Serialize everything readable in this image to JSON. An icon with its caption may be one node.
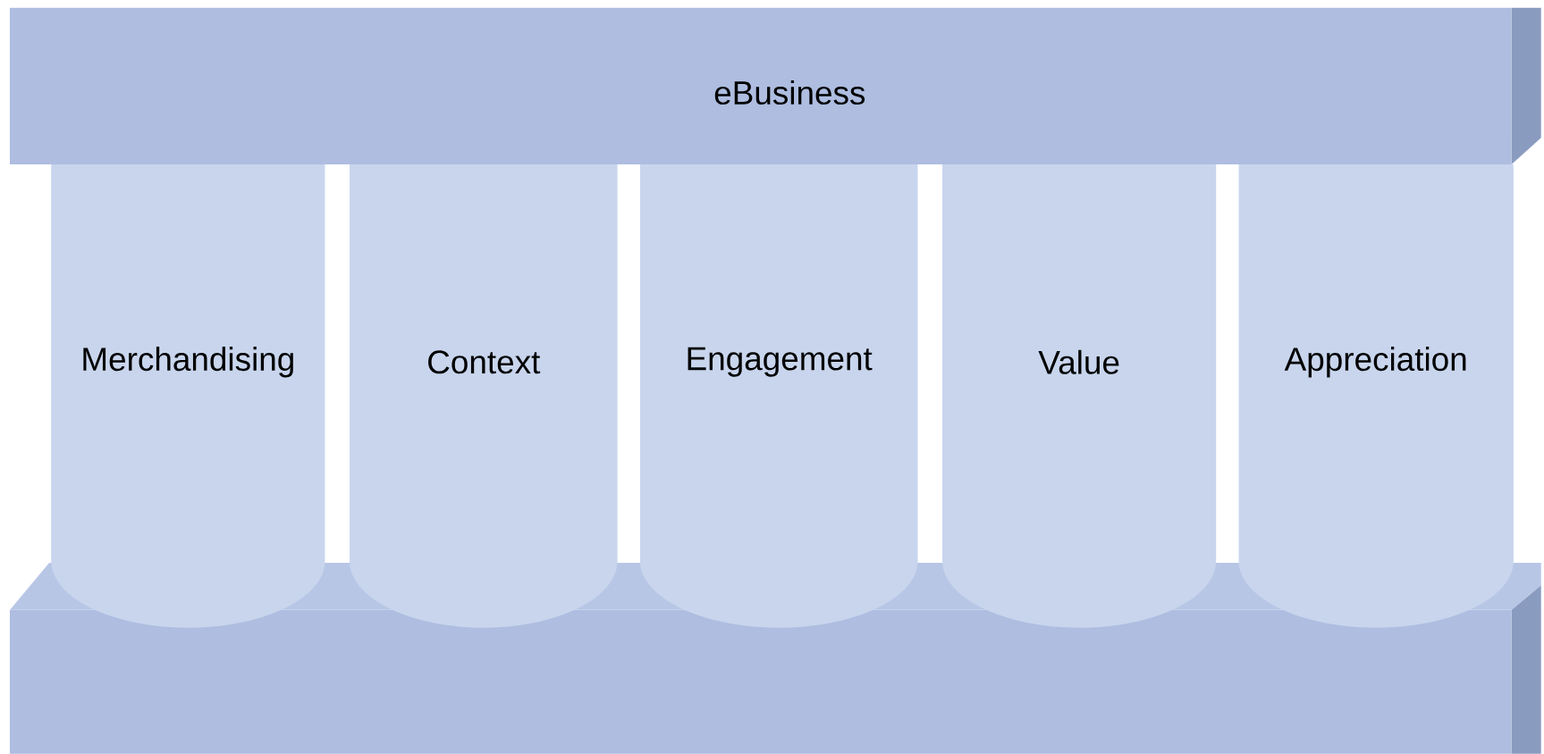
{
  "diagram": {
    "nodes": [
      {
        "text": [
          "eBusiness"
        ]
      },
      {
        "text": [
          "Merchandising"
        ]
      },
      {
        "text": [
          "Context"
        ]
      },
      {
        "text": [
          "Engagement"
        ]
      },
      {
        "text": [
          "Value"
        ]
      },
      {
        "text": [
          "Appreciation"
        ]
      },
      {
        "text": [],
        "shape": "box"
      }
    ]
  }
}
